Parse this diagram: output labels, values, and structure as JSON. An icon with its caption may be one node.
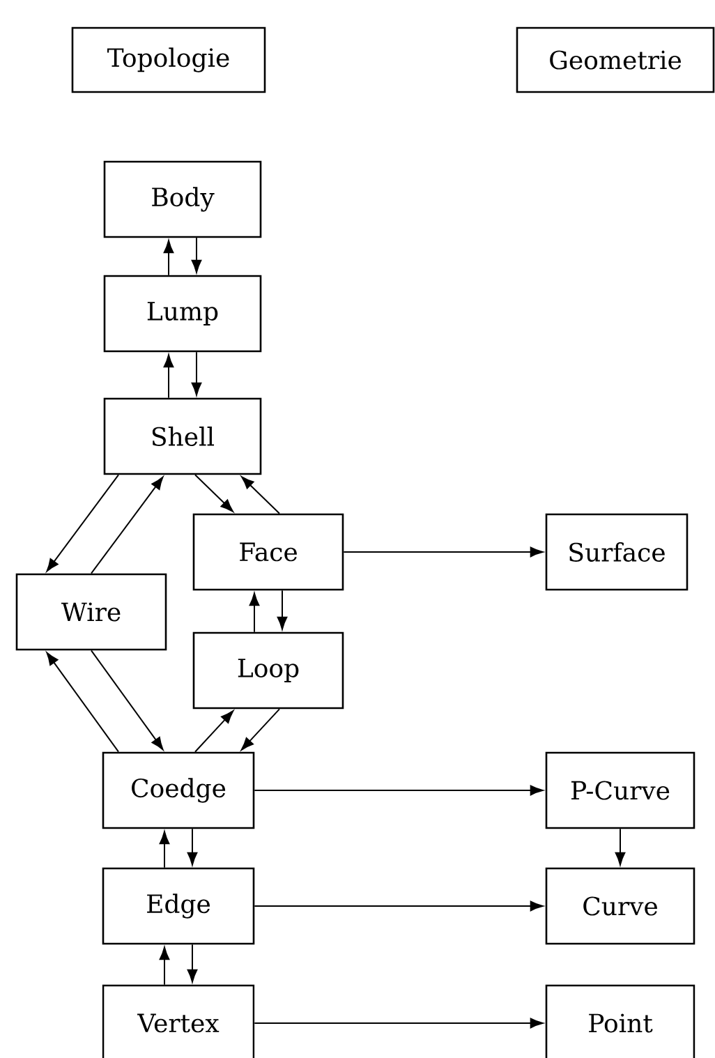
{
  "diagram": {
    "nodes": [
      {
        "text": [
          "Topologie"
        ]
      },
      {
        "text": [
          "Geometrie"
        ]
      },
      {
        "text": [
          "Body"
        ]
      },
      {
        "text": [
          "Lump"
        ]
      },
      {
        "text": [
          "Shell"
        ]
      },
      {
        "text": [
          "Face"
        ]
      },
      {
        "text": [
          "Surface"
        ]
      },
      {
        "text": [
          "Wire"
        ]
      },
      {
        "text": [
          "Loop"
        ]
      },
      {
        "text": [
          "Coedge"
        ]
      },
      {
        "text": [
          "P-Curve"
        ]
      },
      {
        "text": [
          "Edge"
        ]
      },
      {
        "text": [
          "Curve"
        ]
      },
      {
        "text": [
          "Vertex"
        ]
      },
      {
        "text": [
          "Point"
        ]
      }
    ],
    "edges": [
      {
        "from": 3,
        "to": 2,
        "arrow": "to"
      },
      {
        "from": 2,
        "to": 3,
        "arrow": "to"
      },
      {
        "from": 4,
        "to": 3,
        "arrow": "to"
      },
      {
        "from": 3,
        "to": 4,
        "arrow": "to"
      },
      {
        "from": 4,
        "to": 7,
        "arrow": "to"
      },
      {
        "from": 7,
        "to": 4,
        "arrow": "to"
      },
      {
        "from": 4,
        "to": 5,
        "arrow": "to"
      },
      {
        "from": 5,
        "to": 4,
        "arrow": "to"
      },
      {
        "from": 5,
        "to": 6,
        "arrow": "to"
      },
      {
        "from": 8,
        "to": 5,
        "arrow": "to"
      },
      {
        "from": 5,
        "to": 8,
        "arrow": "to"
      },
      {
        "from": 9,
        "to": 7,
        "arrow": "to"
      },
      {
        "from": 7,
        "to": 9,
        "arrow": "to"
      },
      {
        "from": 9,
        "to": 8,
        "arrow": "to"
      },
      {
        "from": 8,
        "to": 9,
        "arrow": "to"
      },
      {
        "from": 9,
        "to": 10,
        "arrow": "to"
      },
      {
        "from": 10,
        "to": 12,
        "arrow": "to"
      },
      {
        "from": 11,
        "to": 9,
        "arrow": "to"
      },
      {
        "from": 9,
        "to": 11,
        "arrow": "to"
      },
      {
        "from": 13,
        "to": 11,
        "arrow": "to"
      },
      {
        "from": 11,
        "to": 13,
        "arrow": "to"
      },
      {
        "from": 11,
        "to": 12,
        "arrow": "to"
      },
      {
        "from": 13,
        "to": 14,
        "arrow": "to"
      }
    ]
  }
}
